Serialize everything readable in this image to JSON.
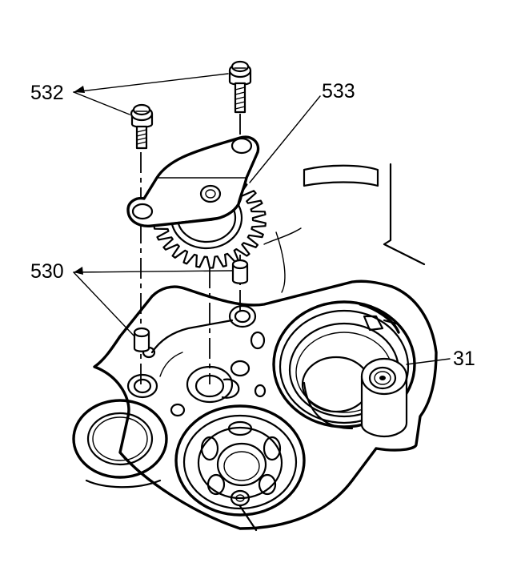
{
  "callouts": {
    "bolts": "532",
    "gear_plate": "533",
    "dowels": "530",
    "housing": "31"
  },
  "colors": {
    "ink": "#000000",
    "paper": "#ffffff"
  }
}
